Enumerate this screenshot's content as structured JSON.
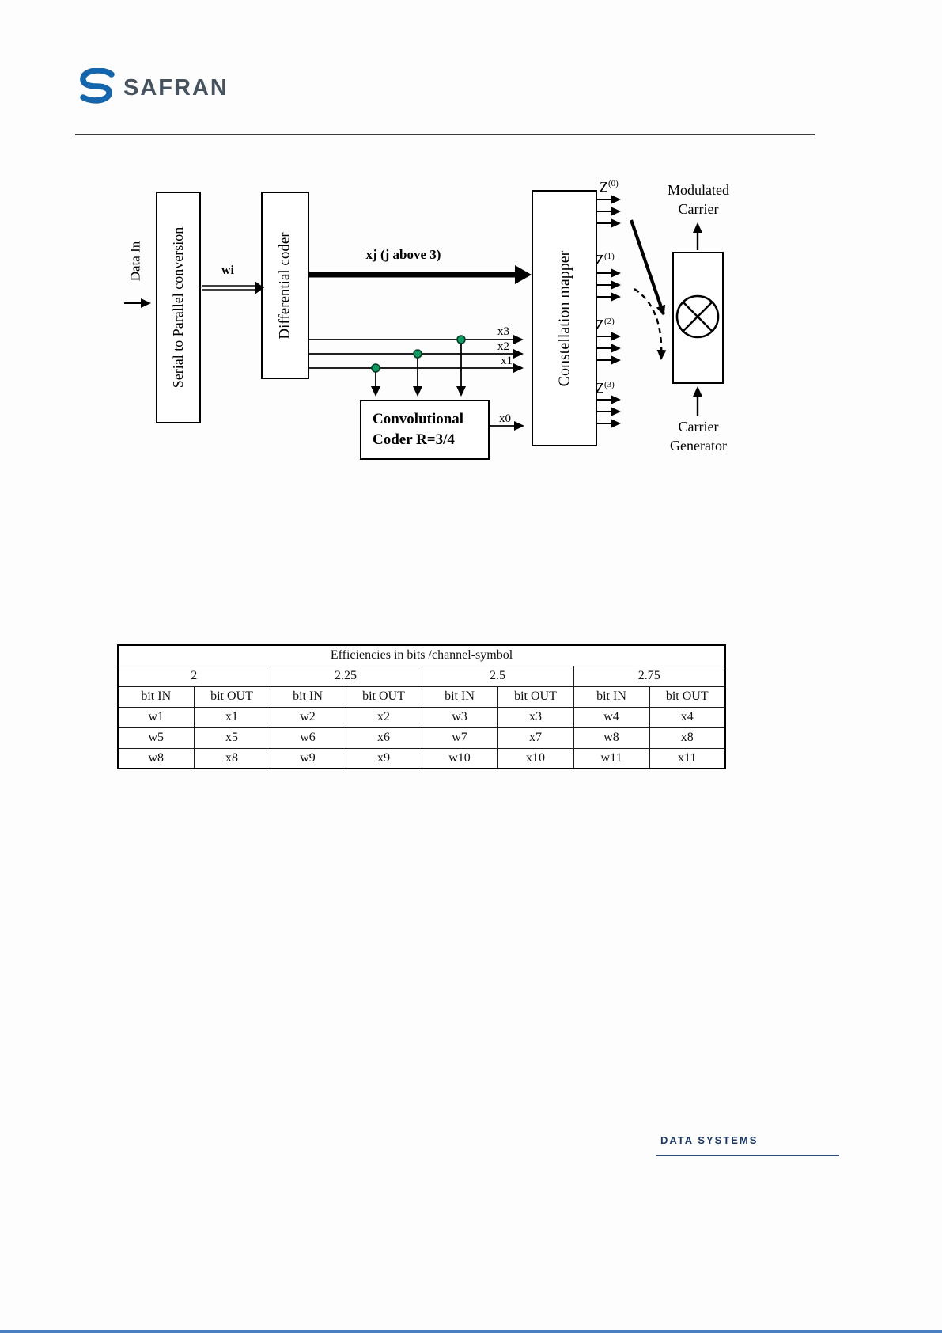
{
  "header": {
    "brand": "SAFRAN"
  },
  "diagram": {
    "data_in_label": "Data In",
    "wi_label": "wi",
    "serial_box_label": "Serial to Parallel conversion",
    "diff_box_label": "Differential coder",
    "xj_label": "xj (j above 3)",
    "x3_label": "x3",
    "x2_label": "x2",
    "x1_label": "x1",
    "x0_label": "x0",
    "conv_box_line1": "Convolutional",
    "conv_box_line2": "Coder R=3/4",
    "mapper_box_label": "Constellation mapper",
    "outputs": [
      {
        "base": "Z",
        "sup": "(0)"
      },
      {
        "base": "Z",
        "sup": "(1)"
      },
      {
        "base": "Z",
        "sup": "(2)"
      },
      {
        "base": "Z",
        "sup": "(3)"
      }
    ],
    "modulated_carrier_line1": "Modulated",
    "modulated_carrier_line2": "Carrier",
    "carrier_generator_line1": "Carrier",
    "carrier_generator_line2": "Generator"
  },
  "table": {
    "title": "Efficiencies in bits /channel-symbol",
    "groups": [
      "2",
      "2.25",
      "2.5",
      "2.75"
    ],
    "columns": [
      "bit IN",
      "bit OUT",
      "bit IN",
      "bit OUT",
      "bit IN",
      "bit OUT",
      "bit IN",
      "bit OUT"
    ],
    "rows": [
      [
        "w1",
        "x1",
        "w2",
        "x2",
        "w3",
        "x3",
        "w4",
        "x4"
      ],
      [
        "w5",
        "x5",
        "w6",
        "x6",
        "w7",
        "x7",
        "w8",
        "x8"
      ],
      [
        "w8",
        "x8",
        "w9",
        "x9",
        "w10",
        "x10",
        "w11",
        "x11"
      ]
    ]
  },
  "footer": {
    "brand_sub": "DATA SYSTEMS"
  },
  "colors": {
    "logo_blue": "#1566ad",
    "footer_navy": "#1c3764",
    "tap_green": "#0f9960",
    "bottom_edge_blue": "#4a7fc1"
  }
}
